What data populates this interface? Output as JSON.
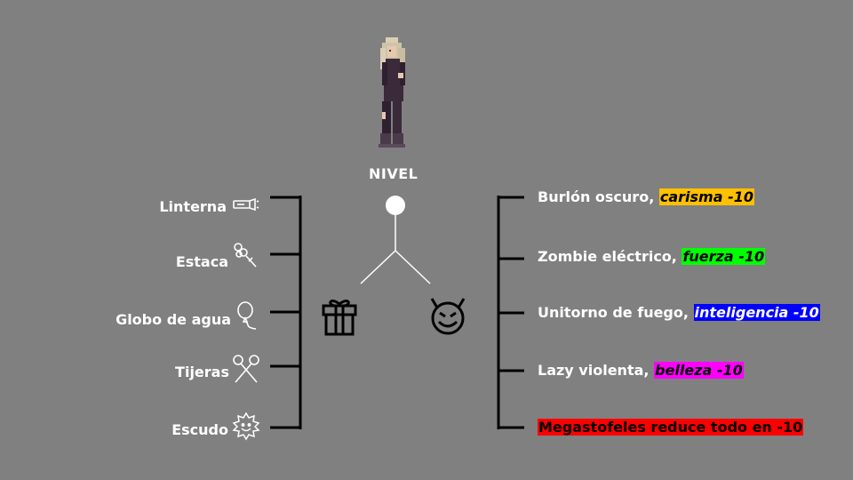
{
  "center": {
    "level_label": "NIVEL"
  },
  "left_items": [
    {
      "label": "Linterna",
      "icon": "flashlight-icon"
    },
    {
      "label": "Estaca",
      "icon": "stake-icon"
    },
    {
      "label": "Globo de agua",
      "icon": "water-balloon-icon"
    },
    {
      "label": "Tijeras",
      "icon": "scissors-icon"
    },
    {
      "label": "Escudo",
      "icon": "shield-sun-icon"
    }
  ],
  "branches": {
    "left_icon": "gift-icon",
    "right_icon": "devil-face-icon"
  },
  "right_items": [
    {
      "prefix": "Burlón oscuro, ",
      "tag": "carisma -10",
      "tag_color": "#FFC000"
    },
    {
      "prefix": "Zombie eléctrico, ",
      "tag": "fuerza -10",
      "tag_color": "#00FF00"
    },
    {
      "prefix": "Unitorno de fuego, ",
      "tag": "inteligencia -10",
      "tag_color": "#0000FF"
    },
    {
      "prefix": "Lazy violenta, ",
      "tag": "belleza -10",
      "tag_color": "#FF00FF"
    },
    {
      "prefix": "",
      "tag": "Megastofeles reduce todo en -10",
      "tag_color": "#FF0000"
    }
  ],
  "colors": {
    "background": "#808080",
    "line": "#000000",
    "tree": "#ffffff"
  }
}
